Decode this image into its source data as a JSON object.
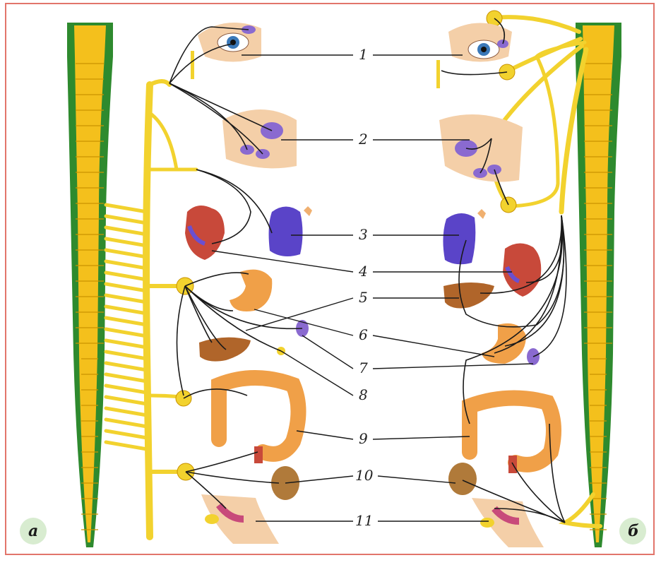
{
  "labels": [
    "1",
    "2",
    "3",
    "4",
    "5",
    "6",
    "7",
    "8",
    "9",
    "10",
    "11"
  ],
  "panels": {
    "left": "а",
    "right": "б"
  },
  "colors": {
    "nerve": "#f2d22e",
    "nerve_outline": "#d6a800",
    "spine_green": "#2e8a2e",
    "spine_yellow": "#f4c01c",
    "organ_purple": "#6b4fd0",
    "organ_red": "#c8493a",
    "organ_orange": "#f0a048",
    "liver": "#b0652a",
    "skin": "#f4cfa8",
    "frame": "#e2756b"
  },
  "icons": [
    "eye-icon",
    "salivary-gland-icon",
    "lung-icon",
    "heart-icon",
    "stomach-icon",
    "liver-icon",
    "pancreas-icon",
    "kidney-icon",
    "intestine-icon",
    "bladder-icon",
    "pelvis-icon"
  ]
}
